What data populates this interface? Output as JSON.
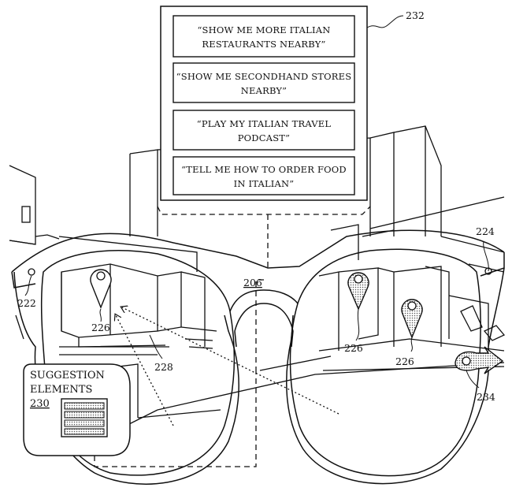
{
  "suggestions": [
    {
      "line1": "“SHOW ME MORE ITALIAN",
      "line2": "RESTAURANTS NEARBY”"
    },
    {
      "line1": "“SHOW ME SECONDHAND STORES",
      "line2": "NEARBY”"
    },
    {
      "line1": "“PLAY MY ITALIAN TRAVEL",
      "line2": "PODCAST”"
    },
    {
      "line1": "“TELL ME HOW TO ORDER FOOD",
      "line2": "IN ITALIAN”"
    }
  ],
  "suggestion_elements": {
    "line1": "SUGGESTION",
    "line2": "ELEMENTS",
    "ref": "230"
  },
  "refs": {
    "panel": "232",
    "bridge": "206",
    "left_hinge": "222",
    "right_hinge": "224",
    "pin_left": "226",
    "pin_right_a": "226",
    "pin_right_b": "226",
    "building": "228",
    "arrow": "234"
  }
}
